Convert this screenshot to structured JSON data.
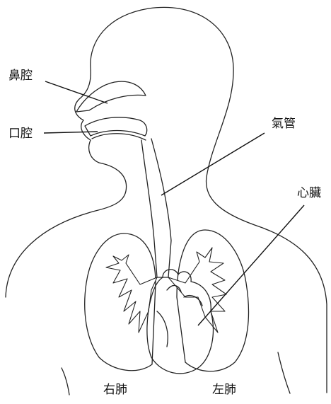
{
  "labels": {
    "nasal_cavity": "鼻腔",
    "oral_cavity": "口腔",
    "trachea": "氣管",
    "heart": "心臟",
    "right_lung": "右肺",
    "left_lung": "左肺"
  }
}
